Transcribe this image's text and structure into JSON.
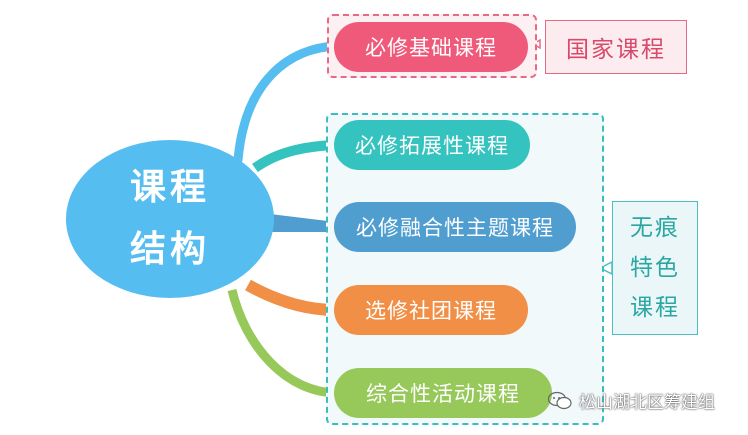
{
  "root": {
    "line1": "课程",
    "line2": "结构",
    "color": "#56bdf0"
  },
  "branches": [
    {
      "label": "必修基础课程",
      "color": "#f05a7a"
    },
    {
      "label": "必修拓展性课程",
      "color": "#35c3bf"
    },
    {
      "label": "必修融合性主题课程",
      "color": "#4f9ecf"
    },
    {
      "label": "选修社团课程",
      "color": "#f08f45"
    },
    {
      "label": "综合性活动课程",
      "color": "#96c95a"
    }
  ],
  "callouts": {
    "national": {
      "label": "国家课程",
      "color": "#e66a86"
    },
    "special": {
      "line1": "无痕",
      "line2": "特色",
      "line3": "课程",
      "color": "#2aa7a3"
    }
  },
  "watermark": {
    "icon": "wechat-icon",
    "text": "松山湖北区筹建组"
  }
}
